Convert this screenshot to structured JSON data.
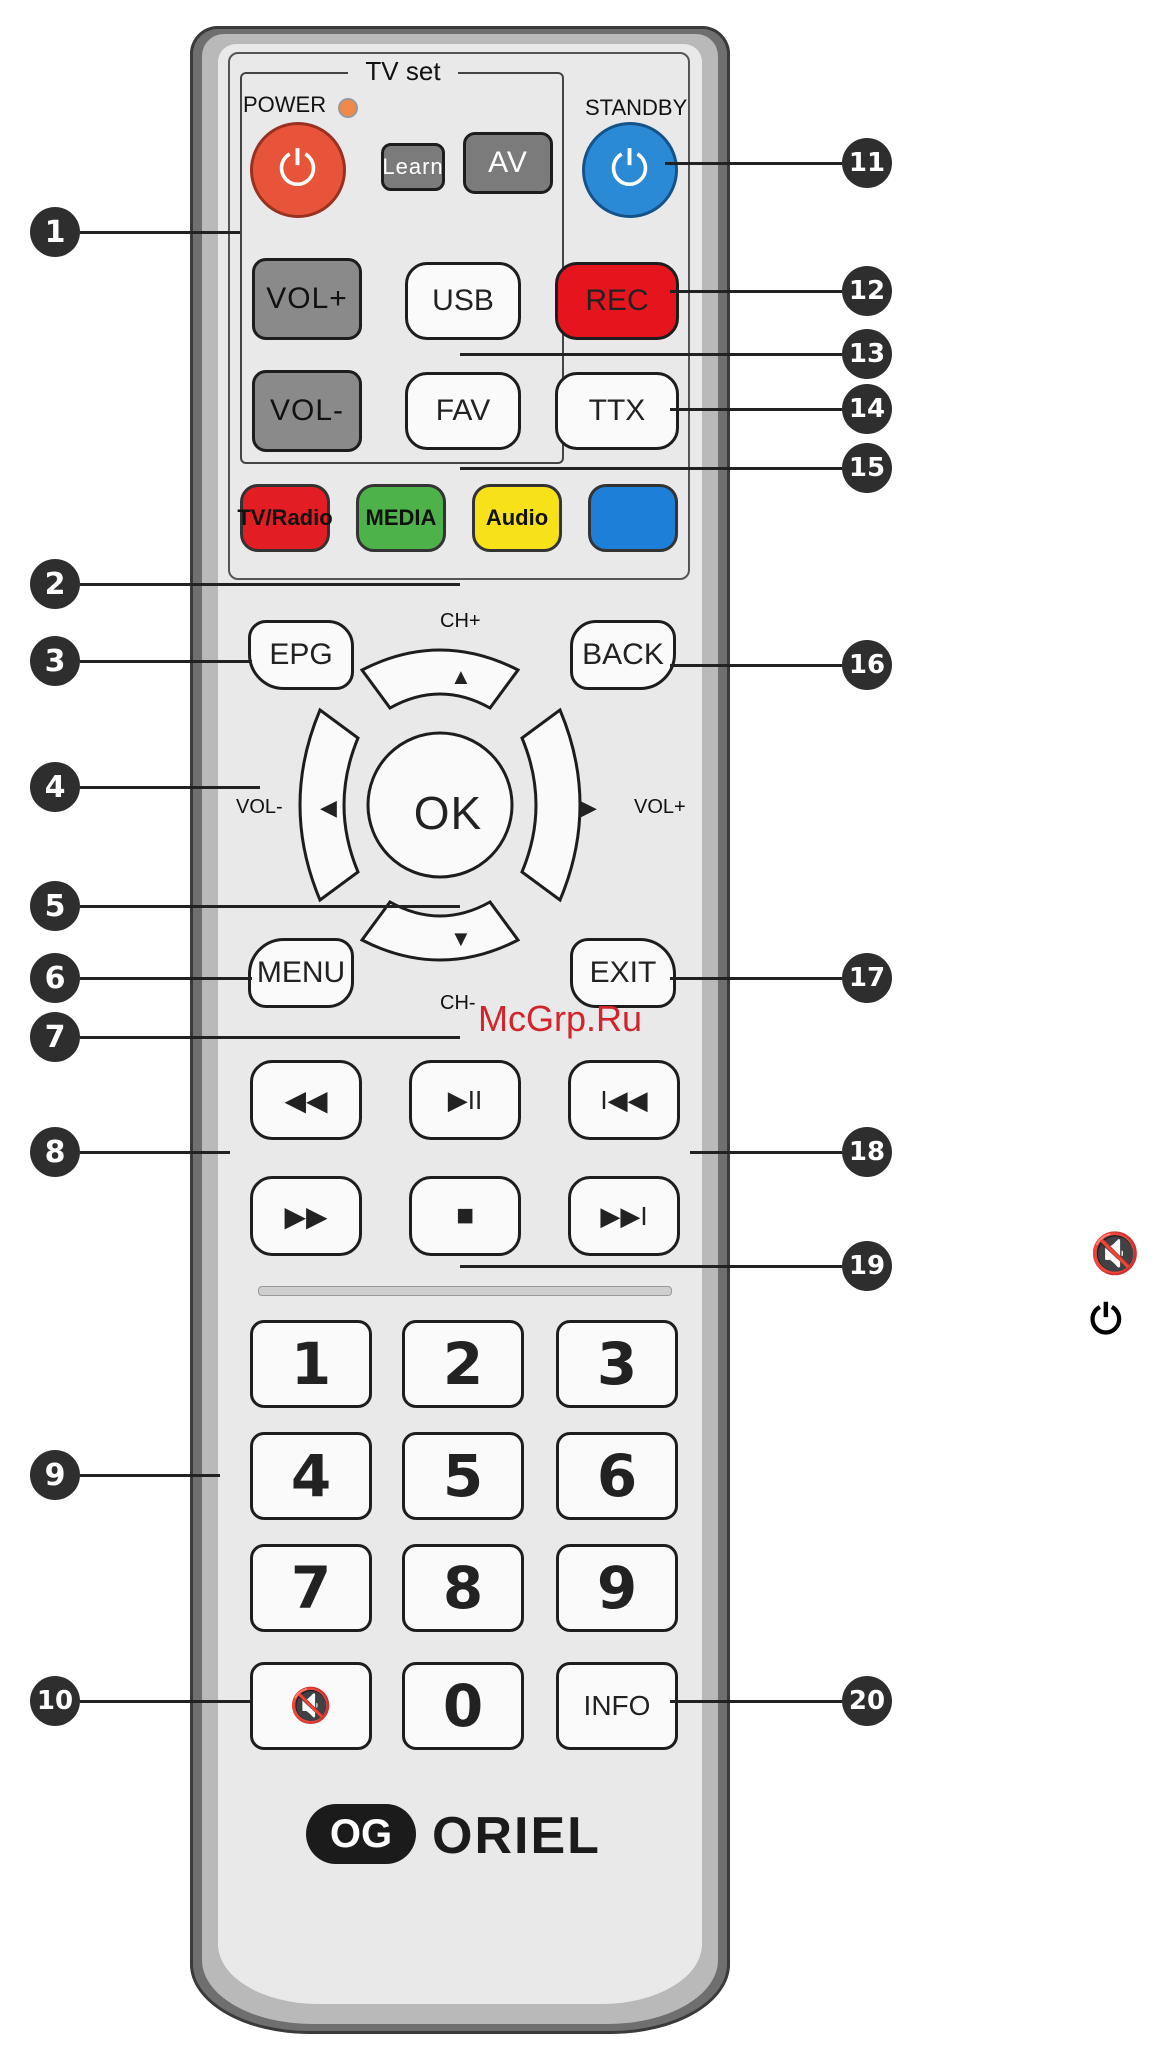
{
  "brand": {
    "name": "ORIEL",
    "logo_glyph": "OG"
  },
  "watermark": "McGrp.Ru",
  "tv_set": {
    "label": "TV set",
    "power_label": "POWER",
    "standby_label": "STANDBY",
    "learn_label": "Learn",
    "av_label": "AV",
    "vol_up_label": "VOL+",
    "vol_down_label": "VOL-"
  },
  "top_buttons": {
    "usb": "USB",
    "rec": "REC",
    "fav": "FAV",
    "ttx": "TTX"
  },
  "color_buttons": {
    "tv_radio": "TV/Radio",
    "media": "MEDIA",
    "audio": "Audio",
    "blue": ""
  },
  "nav": {
    "epg": "EPG",
    "back": "BACK",
    "menu": "MENU",
    "exit": "EXIT",
    "ok": "OK",
    "ch_up": "CH+",
    "ch_down": "CH-",
    "vol_left": "VOL-",
    "vol_right": "VOL+",
    "up_glyph": "▲",
    "down_glyph": "▼",
    "left_glyph": "◀",
    "right_glyph": "▶"
  },
  "media": {
    "rewind": "◀◀",
    "fast_forward": "▶▶",
    "play_pause": "▶II",
    "stop": "■",
    "prev": "I◀◀",
    "next": "▶▶I"
  },
  "digits": [
    "1",
    "2",
    "3",
    "4",
    "5",
    "6",
    "7",
    "8",
    "9",
    "0"
  ],
  "bottom": {
    "mute_glyph": "🔇",
    "info": "INFO"
  },
  "callouts": [
    "1",
    "2",
    "3",
    "4",
    "5",
    "6",
    "7",
    "8",
    "9",
    "10",
    "11",
    "12",
    "13",
    "14",
    "15",
    "16",
    "17",
    "18",
    "19",
    "20"
  ],
  "side_icons": {
    "mute": "mute-icon",
    "power": "power-icon"
  },
  "colors": {
    "power": "#e8543a",
    "standby": "#2b8ad6",
    "rec": "#e5141d",
    "tv_radio": "#e21d23",
    "media": "#4db24a",
    "audio": "#f7e21a",
    "blue": "#1e7fd8"
  }
}
